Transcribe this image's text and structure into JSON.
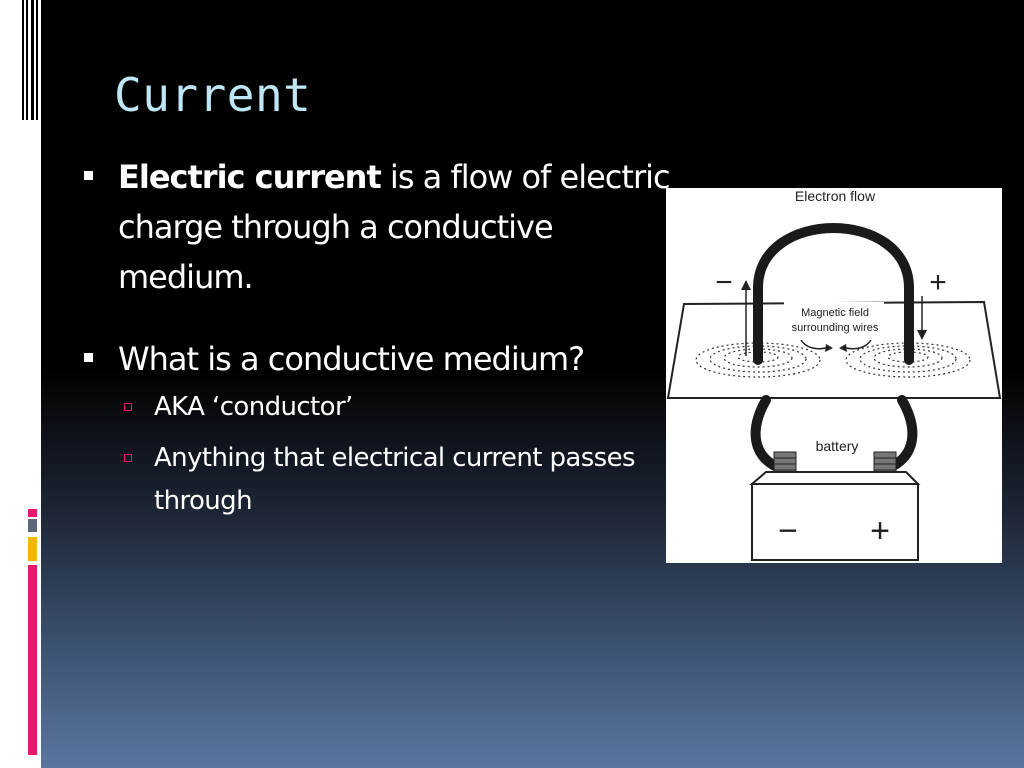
{
  "slide": {
    "title": "Current",
    "bullets": [
      {
        "bold": "Electric current",
        "text": " is a flow of electric charge through a conductive medium."
      },
      {
        "text": "What is a conductive medium?",
        "subbullets": [
          "AKA ‘conductor’",
          "Anything that electrical current passes through"
        ]
      }
    ]
  },
  "figure": {
    "electron_flow_label": "Electron flow",
    "magnetic_label_line1": "Magnetic field",
    "magnetic_label_line2": "surrounding wires",
    "battery_label": "battery",
    "minus_sign": "−",
    "plus_sign": "+"
  },
  "colors": {
    "title": "#bfe6f5",
    "accent_pink": "#e8176e",
    "accent_yellow": "#f2b705",
    "accent_gray": "#5c6878"
  }
}
